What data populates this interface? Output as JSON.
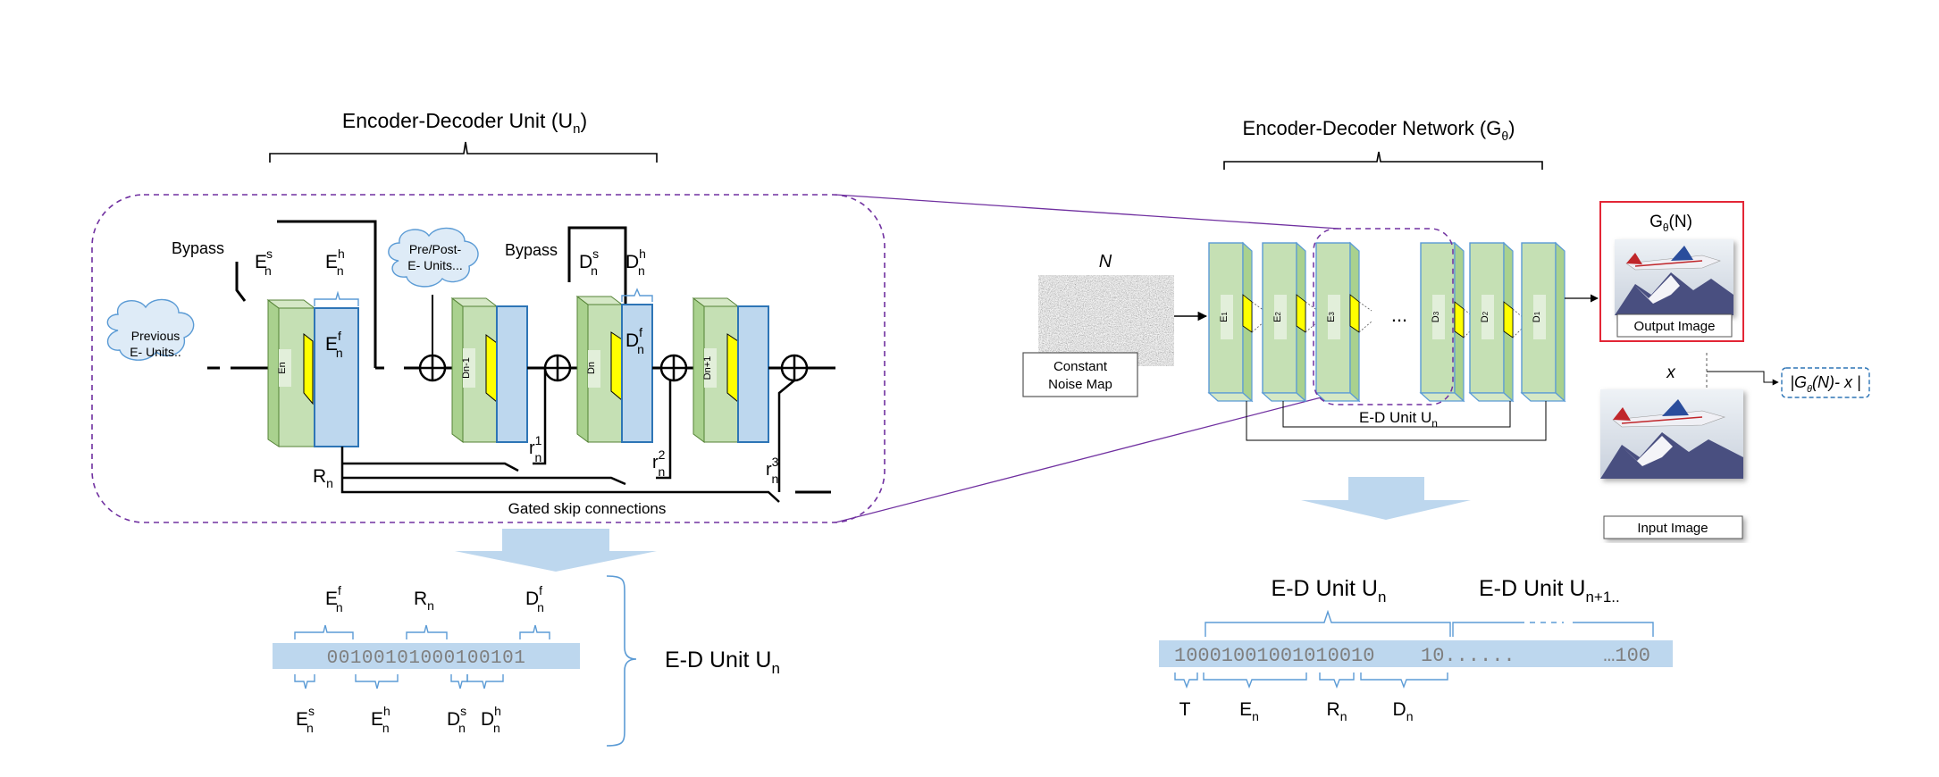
{
  "left": {
    "title_main": "Encoder-Decoder Unit (U",
    "title_sub": "n",
    "title_end": ")",
    "bypass_left": "Bypass",
    "bypass_right": "Bypass",
    "cloud_prev_line1": "Previous",
    "cloud_prev_line2": "E- Units..",
    "cloud_prepost_line1": "Pre/Post-",
    "cloud_prepost_line2": "E- Units...",
    "block_en": "En",
    "block_dn_minus": "Dn-1",
    "block_dn": "Dn",
    "block_dn_plus": "Dn+1",
    "gated_label": "Gated skip connections",
    "R_main": "R",
    "R_sub": "n",
    "E_main": "E",
    "D_main": "D",
    "r_main": "r",
    "sup_s": "s",
    "sup_h": "h",
    "sup_f": "f",
    "sup_1": "1",
    "sup_2": "2",
    "sup_3": "3"
  },
  "left_bits": {
    "bits": "00100101000100101",
    "unit_label_main": "E-D Unit U",
    "unit_label_sub": "n"
  },
  "right": {
    "title_main": "Encoder-Decoder Network (G",
    "title_sub": "θ",
    "title_end": ")",
    "noise_symbol": "N",
    "noise_label_line1": "Constant",
    "noise_label_line2": "Noise Map",
    "blocks": [
      "E",
      "E",
      "E",
      "D",
      "D",
      "D"
    ],
    "block_subs": [
      "1",
      "2",
      "3",
      "3",
      "2",
      "1"
    ],
    "ellipsis": "...",
    "ed_unit_label_main": "E-D Unit U",
    "ed_unit_label_sub": "n",
    "output_title_main": "G",
    "output_title_sub": "θ",
    "output_title_end": "(N)",
    "output_label": "Output Image",
    "input_label": "Input Image",
    "x_symbol": "x",
    "loss_main": "|G",
    "loss_sub": "θ",
    "loss_end": "(N)- x |"
  },
  "right_bits": {
    "bits_left": "10001001001010010",
    "bits_dots": "10......",
    "bits_right": "…100",
    "unit_n_main": "E-D Unit U",
    "unit_n_sub": "n",
    "unit_n1_main": "E-D Unit U",
    "unit_n1_sub": "n+1..",
    "T": "T",
    "En_main": "E",
    "En_sub": "n",
    "Rn_main": "R",
    "Rn_sub": "n",
    "Dn_main": "D",
    "Dn_sub": "n"
  },
  "colors": {
    "green": "#c5e0b4",
    "blue": "#bdd7ee",
    "yellow": "#ffff00",
    "purple": "#7030a0",
    "brace_blue": "#5b9bd5",
    "bar_blue": "#bdd7ee",
    "red": "#e32636"
  }
}
